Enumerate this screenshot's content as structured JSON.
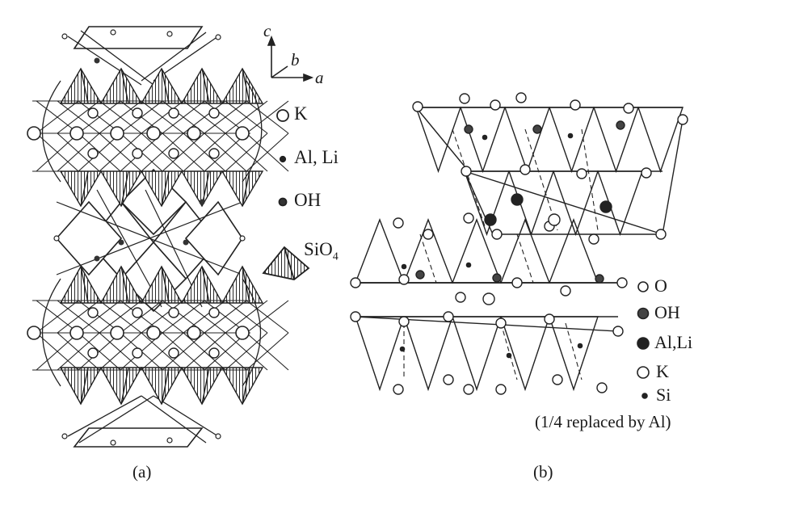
{
  "axes": {
    "c": "c",
    "b": "b",
    "a": "a"
  },
  "legend_a": {
    "k": "K",
    "al_li": "Al, Li",
    "oh": "OH",
    "sio4_base": "SiO",
    "sio4_sub": "4"
  },
  "legend_b": {
    "o": "O",
    "oh": "OH",
    "al_li": "Al,Li",
    "k": "K",
    "si": "Si",
    "note": "(1/4 replaced by Al)"
  },
  "captions": {
    "a": "(a)",
    "b": "(b)"
  },
  "colors": {
    "line": "#222222",
    "fill": "#ffffff",
    "hatch": "#3a3a3a",
    "dark": "#333333"
  }
}
